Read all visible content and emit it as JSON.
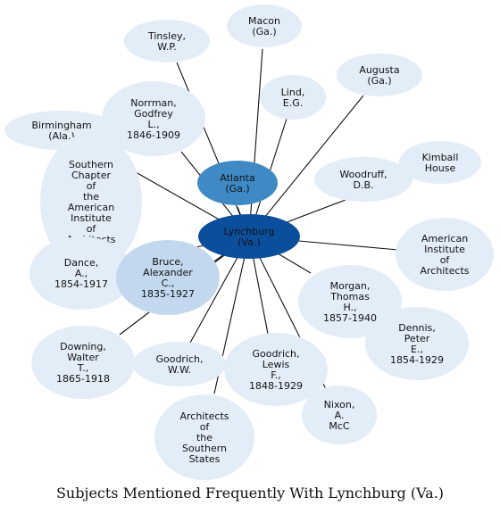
{
  "caption": "Subjects Mentioned Frequently With Lynchburg (Va.)",
  "colors": {
    "center": "#0b4f9c",
    "secondary": "#3f8ac4",
    "tertiary": "#c3d8ef",
    "node": "#e3edf8",
    "edge": "#111111",
    "center_text": "#111111"
  },
  "center": {
    "id": "lynchburg",
    "lines": [
      "Lynchburg",
      "(Va.)"
    ]
  },
  "nodes": [
    {
      "id": "macon",
      "lines": [
        "Macon",
        "(Ga.)"
      ]
    },
    {
      "id": "tinsley",
      "lines": [
        "Tinsley,",
        "W.P."
      ]
    },
    {
      "id": "augusta",
      "lines": [
        "Augusta",
        "(Ga.)"
      ]
    },
    {
      "id": "lind",
      "lines": [
        "Lind,",
        "E.G."
      ]
    },
    {
      "id": "norrman",
      "lines": [
        "Norrman,",
        "Godfrey",
        "L.,",
        "1846-1909"
      ]
    },
    {
      "id": "birmingham",
      "lines": [
        "Birmingham",
        "(Ala.)"
      ]
    },
    {
      "id": "kimball",
      "lines": [
        "Kimball",
        "House"
      ]
    },
    {
      "id": "atlanta",
      "lines": [
        "Atlanta",
        "(Ga.)"
      ]
    },
    {
      "id": "woodruff",
      "lines": [
        "Woodruff,",
        "D.B."
      ]
    },
    {
      "id": "southern-chapter",
      "lines": [
        "Southern",
        "Chapter",
        "of",
        "the",
        "American",
        "Institute",
        "of",
        "Architects"
      ]
    },
    {
      "id": "aia",
      "lines": [
        "American",
        "Institute",
        "of",
        "Architects"
      ]
    },
    {
      "id": "dance",
      "lines": [
        "Dance,",
        "A.,",
        "1854-1917"
      ]
    },
    {
      "id": "bruce",
      "lines": [
        "Bruce,",
        "Alexander",
        "C.,",
        "1835-1927"
      ]
    },
    {
      "id": "morgan",
      "lines": [
        "Morgan,",
        "Thomas",
        "H.,",
        "1857-1940"
      ]
    },
    {
      "id": "dennis",
      "lines": [
        "Dennis,",
        "Peter",
        "E.,",
        "1854-1929"
      ]
    },
    {
      "id": "downing",
      "lines": [
        "Downing,",
        "Walter",
        "T.,",
        "1865-1918"
      ]
    },
    {
      "id": "goodrich-ww",
      "lines": [
        "Goodrich,",
        "W.W."
      ]
    },
    {
      "id": "goodrich-lf",
      "lines": [
        "Goodrich,",
        "Lewis",
        "F.,",
        "1848-1929"
      ]
    },
    {
      "id": "nixon",
      "lines": [
        "Nixon,",
        "A.",
        "McC"
      ]
    },
    {
      "id": "architects-south",
      "lines": [
        "Architects",
        "of",
        "the",
        "Southern",
        "States"
      ]
    }
  ],
  "edges": [
    [
      "lynchburg",
      "macon"
    ],
    [
      "lynchburg",
      "tinsley"
    ],
    [
      "lynchburg",
      "augusta"
    ],
    [
      "lynchburg",
      "lind"
    ],
    [
      "lynchburg",
      "norrman"
    ],
    [
      "lynchburg",
      "atlanta"
    ],
    [
      "lynchburg",
      "woodruff"
    ],
    [
      "lynchburg",
      "southern-chapter"
    ],
    [
      "lynchburg",
      "aia"
    ],
    [
      "lynchburg",
      "dance"
    ],
    [
      "lynchburg",
      "bruce"
    ],
    [
      "lynchburg",
      "morgan"
    ],
    [
      "lynchburg",
      "downing"
    ],
    [
      "lynchburg",
      "goodrich-ww"
    ],
    [
      "lynchburg",
      "goodrich-lf"
    ],
    [
      "lynchburg",
      "nixon"
    ],
    [
      "lynchburg",
      "architects-south"
    ]
  ]
}
